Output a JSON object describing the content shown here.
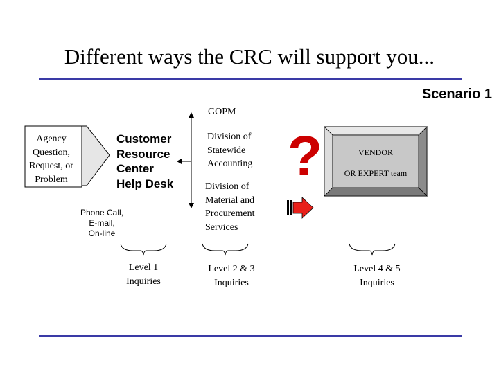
{
  "slide": {
    "title": "Different ways the CRC will support you...",
    "scenario": "Scenario 1"
  },
  "diagram": {
    "agency_box": {
      "lines": [
        "Agency",
        "Question,",
        "Request, or",
        "Problem"
      ]
    },
    "crc": {
      "lines": [
        "Customer",
        "Resource",
        "Center",
        "Help Desk"
      ]
    },
    "contact_methods": {
      "lines": [
        "Phone Call,",
        "E-mail,",
        "On-line"
      ]
    },
    "gopm_label": "GOPM",
    "division_statewide": {
      "lines": [
        "Division of",
        "Statewide",
        "Accounting"
      ]
    },
    "division_material": {
      "lines": [
        "Division of",
        "Material and",
        "Procurement",
        "Services"
      ]
    },
    "question_mark": "?",
    "vendor_box": {
      "line1": "VENDOR",
      "line2": "OR EXPERT team"
    },
    "levels": [
      {
        "lines": [
          "Level 1",
          "Inquiries"
        ]
      },
      {
        "lines": [
          "Level 2 & 3",
          "Inquiries"
        ]
      },
      {
        "lines": [
          "Level 4 & 5",
          "Inquiries"
        ]
      }
    ]
  },
  "colors": {
    "rule": "#3a3aa6",
    "question_mark": "#cc0000",
    "red_arrow": "#e8201a",
    "vendor_face": "#c8c8c8",
    "agency_fill": "#ffffff"
  }
}
